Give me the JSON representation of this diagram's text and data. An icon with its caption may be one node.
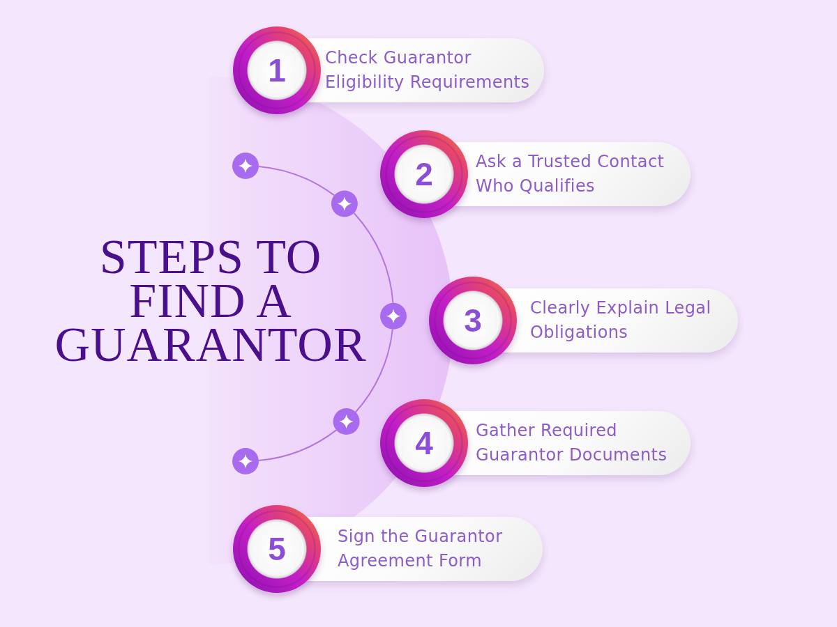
{
  "diagram": {
    "title": "STEPS TO FIND A GUARANTOR",
    "nodes": [
      {
        "text": [
          "1",
          "Check Guarantor Eligibility Requirements"
        ]
      },
      {
        "text": [
          "2",
          "Ask a Trusted Contact Who Qualifies"
        ]
      },
      {
        "text": [
          "3",
          "Clearly Explain Legal Obligations"
        ]
      },
      {
        "text": [
          "4",
          "Gather Required Guarantor Documents"
        ]
      },
      {
        "text": [
          "5",
          "Sign the Guarantor Agreement Form"
        ]
      },
      {
        "text": [],
        "shape": "circle"
      },
      {
        "text": [],
        "shape": "circle"
      },
      {
        "text": [],
        "shape": "circle"
      },
      {
        "text": [],
        "shape": "circle"
      },
      {
        "text": [],
        "shape": "circle"
      }
    ],
    "edges": [
      {
        "from": 5,
        "to": 6,
        "arrow": "none"
      },
      {
        "from": 6,
        "to": 7,
        "arrow": "none"
      },
      {
        "from": 7,
        "to": 8,
        "arrow": "none"
      },
      {
        "from": 8,
        "to": 9,
        "arrow": "none"
      }
    ]
  }
}
